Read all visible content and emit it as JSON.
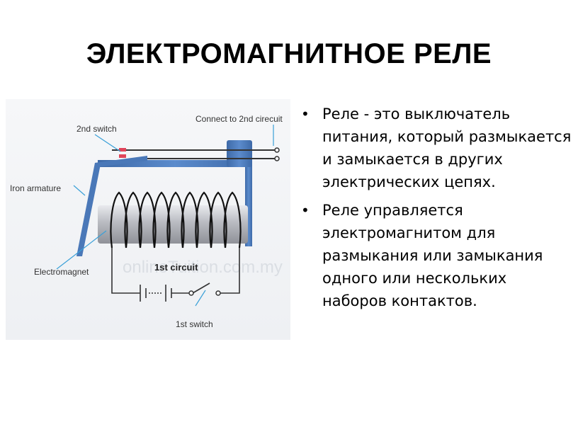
{
  "slide": {
    "title": "ЭЛЕКТРОМАГНИТНОЕ РЕЛЕ"
  },
  "diagram": {
    "labels": {
      "connect": "Connect to 2nd cirecuit",
      "second_switch": "2nd switch",
      "iron_armature": "Iron armature",
      "electromagnet": "Electromagnet",
      "first_circuit": "1st circuit",
      "first_switch": "1st switch"
    },
    "watermark": "onlineTuition.com.my",
    "colors": {
      "coil": "#111111",
      "core": "#a9abb1",
      "frame": "#4a78b8",
      "wire": "#333333",
      "pointer": "#3aa0d8",
      "contact": "#e0455a"
    }
  },
  "bullets": [
    "Реле - это выключатель питания, который размыкается и замыкается в других электрических цепях.",
    "Реле управляется электромагнитом для размыкания или замыкания одного или нескольких наборов контактов."
  ],
  "bullet_glyph": "•"
}
